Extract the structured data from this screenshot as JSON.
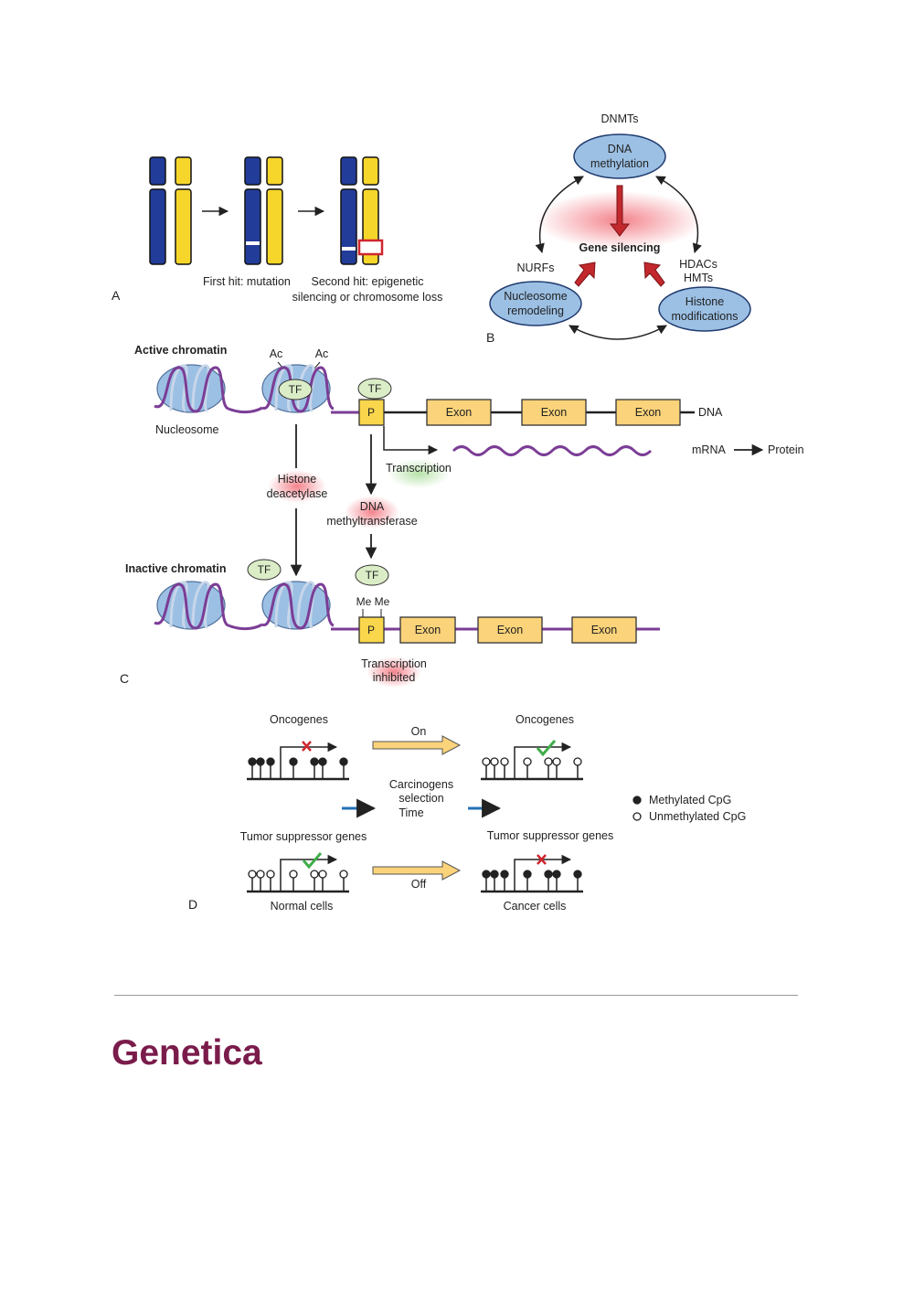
{
  "figure": {
    "panelA": {
      "letter": "A",
      "first_hit": "First hit: mutation",
      "second_hit_line1": "Second hit: epigenetic",
      "second_hit_line2": "silencing or chromosome loss"
    },
    "panelB": {
      "letter": "B",
      "top_enzyme": "DNMTs",
      "dna_methylation_1": "DNA",
      "dna_methylation_2": "methylation",
      "center": "Gene silencing",
      "left_enzyme": "NURFs",
      "right_enzyme_1": "HDACs",
      "right_enzyme_2": "HMTs",
      "remodeling_1": "Nucleosome",
      "remodeling_2": "remodeling",
      "histone_1": "Histone",
      "histone_2": "modifications"
    },
    "panelC": {
      "letter": "C",
      "active_title": "Active chromatin",
      "acetyl": "Ac",
      "tf": "TF",
      "promoter": "P",
      "exon": "Exon",
      "dna": "DNA",
      "nucleosome": "Nucleosome",
      "mrna": "mRNA",
      "protein": "Protein",
      "transcription": "Transcription",
      "hdac_1": "Histone",
      "hdac_2": "deacetylase",
      "dnmt_1": "DNA",
      "dnmt_2": "methyltransferase",
      "inactive_title": "Inactive chromatin",
      "methyl": "Me",
      "inhibited_1": "Transcription",
      "inhibited_2": "inhibited"
    },
    "panelD": {
      "letter": "D",
      "oncogenes": "Oncogenes",
      "on": "On",
      "off": "Off",
      "carcinogens": "Carcinogens",
      "selection": "selection",
      "time": "Time",
      "tsg": "Tumor suppressor genes",
      "normal_cells": "Normal cells",
      "cancer_cells": "Cancer cells",
      "legend_methylated": "Methylated CpG",
      "legend_unmethylated": "Unmethylated CpG"
    }
  },
  "page": {
    "title": "Genetica"
  },
  "colors": {
    "chromosome_blue": "#223c9a",
    "chromosome_yellow": "#f7d62c",
    "ellipse_blue": "#9cc0e4",
    "arrow_red": "#c2282c",
    "exon_fill": "#fbd37a",
    "dna_purple": "#7b3d96",
    "tf_green": "#dbedc7",
    "title_maroon": "#7a1c4b"
  }
}
